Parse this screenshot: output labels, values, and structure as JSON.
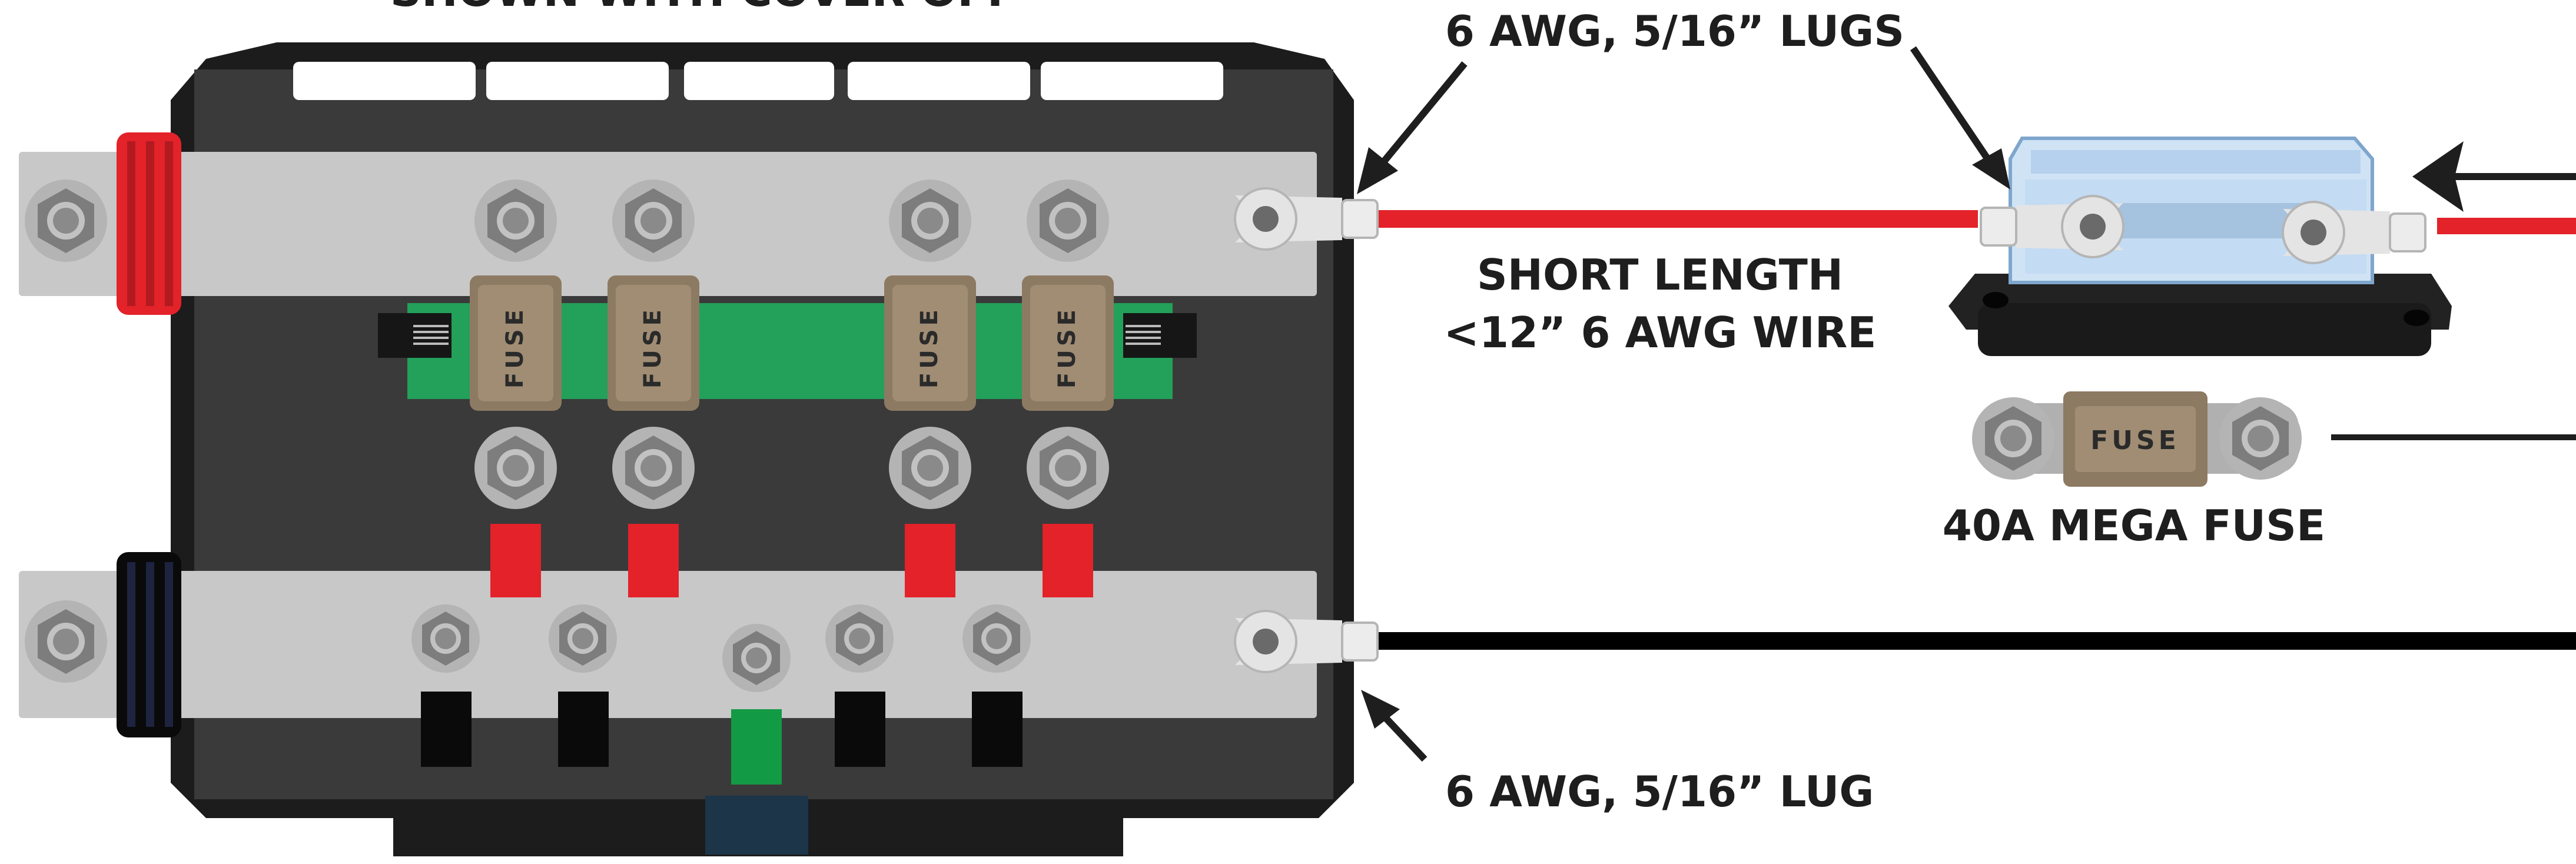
{
  "labels": {
    "top_partial": "SHOWN WITH COVER OFF",
    "top_lugs": "6 AWG, 5/16” LUGS",
    "short_length_line1": "SHORT LENGTH",
    "short_length_line2": "<12” 6 AWG WIRE",
    "mega_fuse": "40A MEGA FUSE",
    "bottom_lug": "6  AWG, 5/16” LUG"
  },
  "fuse_text": "FUSE",
  "colors": {
    "red_wire": "#e3222a",
    "black_wire": "#000000",
    "body_dark": "#3a3a3a",
    "busbar": "#c8c8c8",
    "pcb_green": "#23a05a",
    "fuse_tan": "#8d7a62",
    "fuse_holder_blue": "#cfe3f5"
  }
}
